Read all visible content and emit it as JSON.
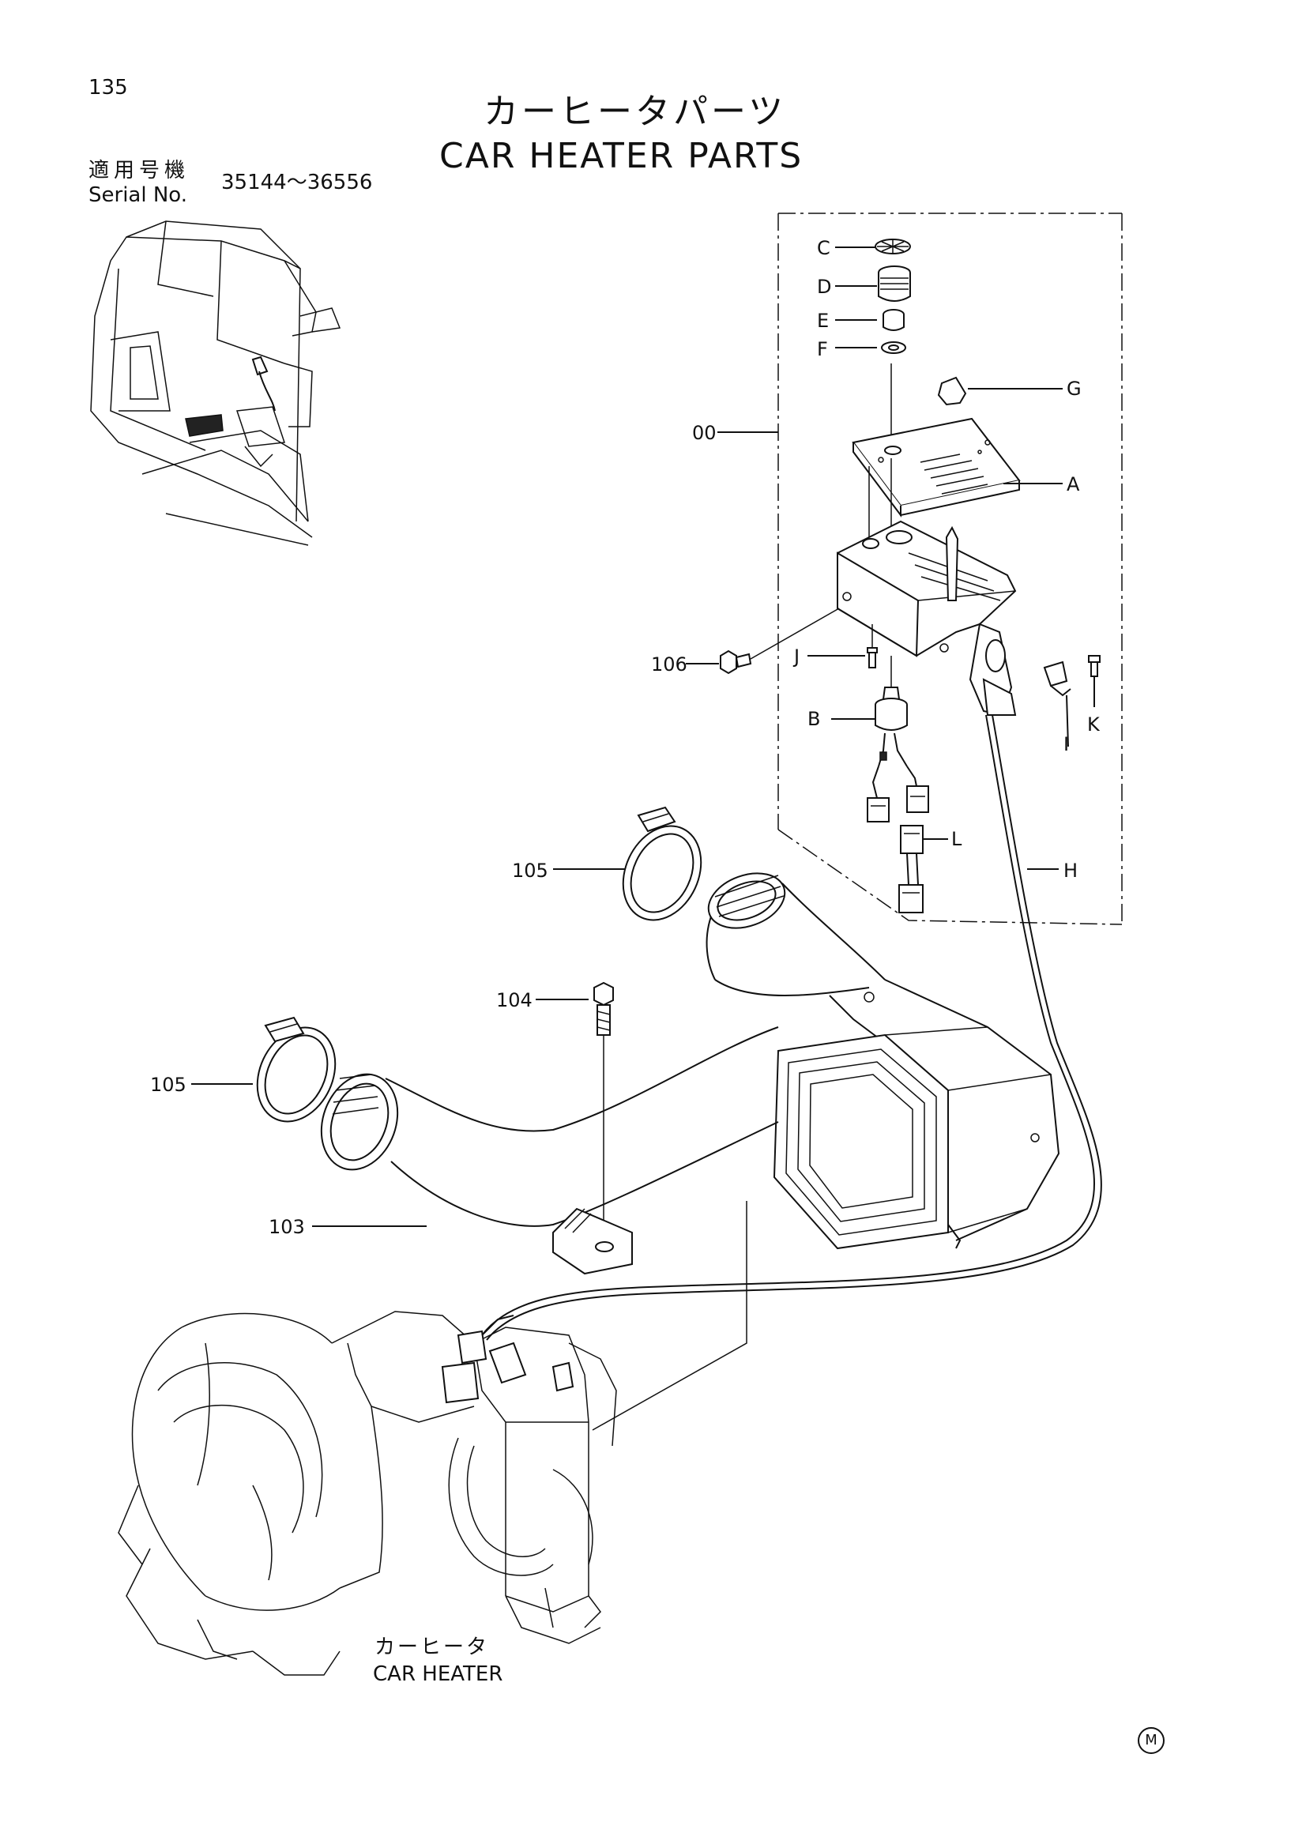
{
  "page": {
    "page_number": "135",
    "title_jp": "カーヒータパーツ",
    "title_en": "CAR HEATER PARTS",
    "serial_label_jp": "適用号機",
    "serial_label_en": "Serial No.",
    "serial_range": "35144～36556",
    "caption_jp": "カーヒータ",
    "caption_en": "CAR HEATER",
    "corner_mark": "M"
  },
  "callouts": [
    "C",
    "D",
    "E",
    "F",
    "G",
    "00",
    "A",
    "106",
    "J",
    "B",
    "K",
    "I",
    "L",
    "105",
    "H",
    "104",
    "105",
    "103"
  ]
}
